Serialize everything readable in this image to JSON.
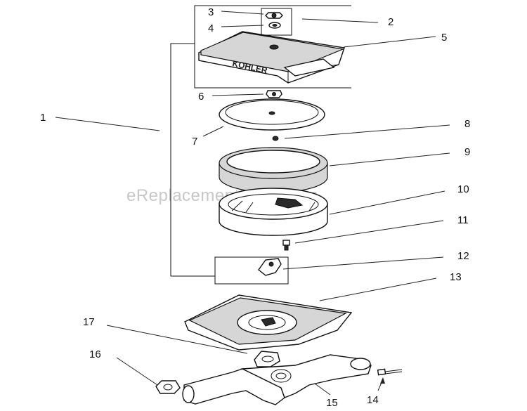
{
  "diagram": {
    "watermark": "eReplacementParts.com",
    "logo_text": "KOHLER",
    "callouts": [
      "1",
      "2",
      "3",
      "4",
      "5",
      "6",
      "7",
      "8",
      "9",
      "10",
      "11",
      "12",
      "13",
      "14",
      "15",
      "16",
      "17"
    ]
  }
}
